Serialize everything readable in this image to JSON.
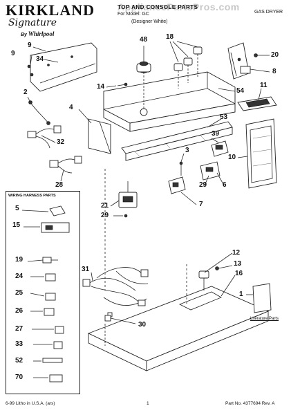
{
  "header": {
    "brand_line1": "KIRKLAND",
    "brand_line2": "Signature",
    "by_label": "By",
    "whirlpool": "Whirlpool",
    "title": "TOP AND CONSOLE PARTS",
    "model_line": "For Model: GC",
    "color_line": "(Designer White)",
    "product": "GAS DRYER",
    "watermark": "AppliancePartsPros.com"
  },
  "callouts": {
    "c9": "9",
    "c34": "34",
    "c2": "2",
    "c4": "4",
    "c32": "32",
    "c28": "28",
    "c48": "48",
    "c18": "18",
    "c14": "14",
    "c20": "20",
    "c8": "8",
    "c11": "11",
    "c54": "54",
    "c53": "53",
    "c39": "39",
    "c10": "10",
    "c3": "3",
    "c29a": "29",
    "c6": "6",
    "c7": "7",
    "c21": "21",
    "c29b": "29",
    "c12": "12",
    "c13": "13",
    "c16": "16",
    "c1": "1",
    "c31": "31",
    "c30": "30"
  },
  "wiring_box": {
    "title": "WIRING HARNESS PARTS",
    "items": [
      "5",
      "15",
      "19",
      "24",
      "25",
      "26",
      "27",
      "33",
      "52",
      "70"
    ]
  },
  "literature_label": "Literature Parts",
  "footer": {
    "left": "6-99 Litho in U.S.A. (ars)",
    "center": "1",
    "right": "Part No. 4377694 Rev. A"
  }
}
